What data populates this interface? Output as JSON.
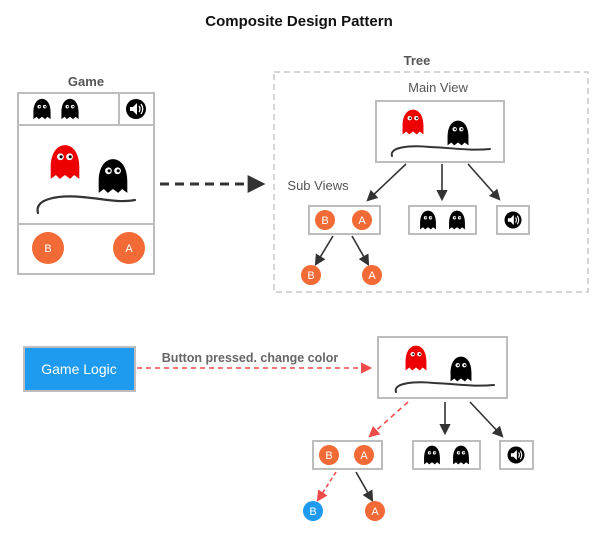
{
  "title": "Composite Design Pattern",
  "game": {
    "label": "Game"
  },
  "tree": {
    "label": "Tree",
    "main_view_label": "Main View",
    "sub_views_label": "Sub Views"
  },
  "game_logic": {
    "label": "Game Logic"
  },
  "action": {
    "label": "Button pressed. change color"
  },
  "buttons": {
    "b": "B",
    "a": "A"
  },
  "colors": {
    "orange": "#f26a35",
    "blue": "#1e9bef",
    "red_ghost": "#ee0000",
    "black_ghost": "#000000",
    "box_border": "#bdbdbd",
    "dashed_red": "#f04b4b",
    "arrow_dark": "#333333"
  },
  "icons": [
    "ghost-icon",
    "speaker-icon"
  ]
}
